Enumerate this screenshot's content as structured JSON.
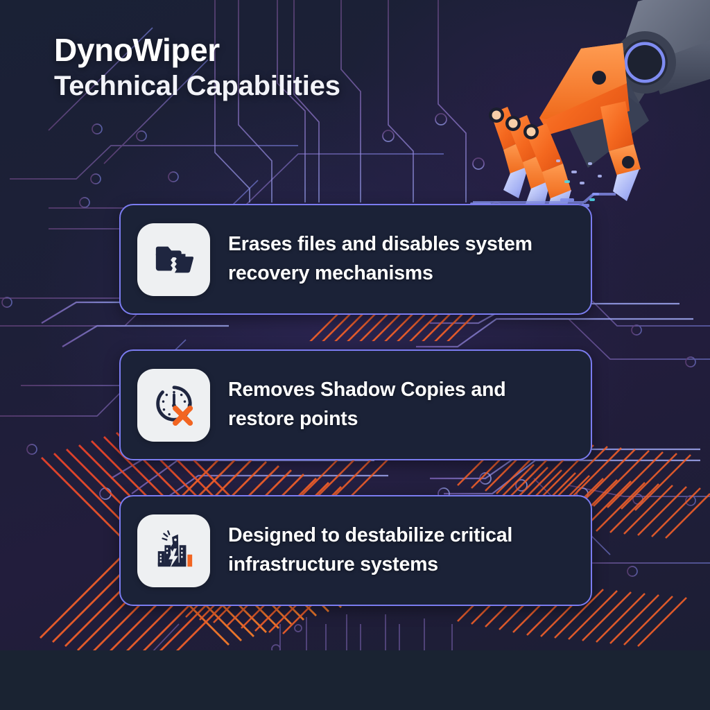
{
  "header": {
    "title": "DynoWiper",
    "subtitle": "Technical Capabilities"
  },
  "cards": [
    {
      "icon": "broken-folder-icon",
      "text": "Erases files and disables system recovery mechanisms"
    },
    {
      "icon": "clock-remove-icon",
      "text": "Removes Shadow Copies and restore points"
    },
    {
      "icon": "damaged-infrastructure-icon",
      "text": "Designed to destabilize critical infrastructure systems"
    }
  ],
  "decor": {
    "robot_hand": "robot-hand-icon",
    "circuit_board": "circuit-board-pattern",
    "hatch_cross": "orange-x-hatch-pattern"
  },
  "colors": {
    "background_dark": "#1a2135",
    "background_bottom": "#1a2332",
    "card_fill": "#1b2237",
    "card_border": "#7b7cf0",
    "icon_tile": "#eef0f2",
    "icon_dark": "#1f2640",
    "accent_orange": "#f26522",
    "accent_red": "#e8412a",
    "trace_purple": "#8a6fc4",
    "trace_blue": "#8d92f5",
    "text_white": "#ffffff",
    "claw_blue": "#a8b4f5"
  }
}
